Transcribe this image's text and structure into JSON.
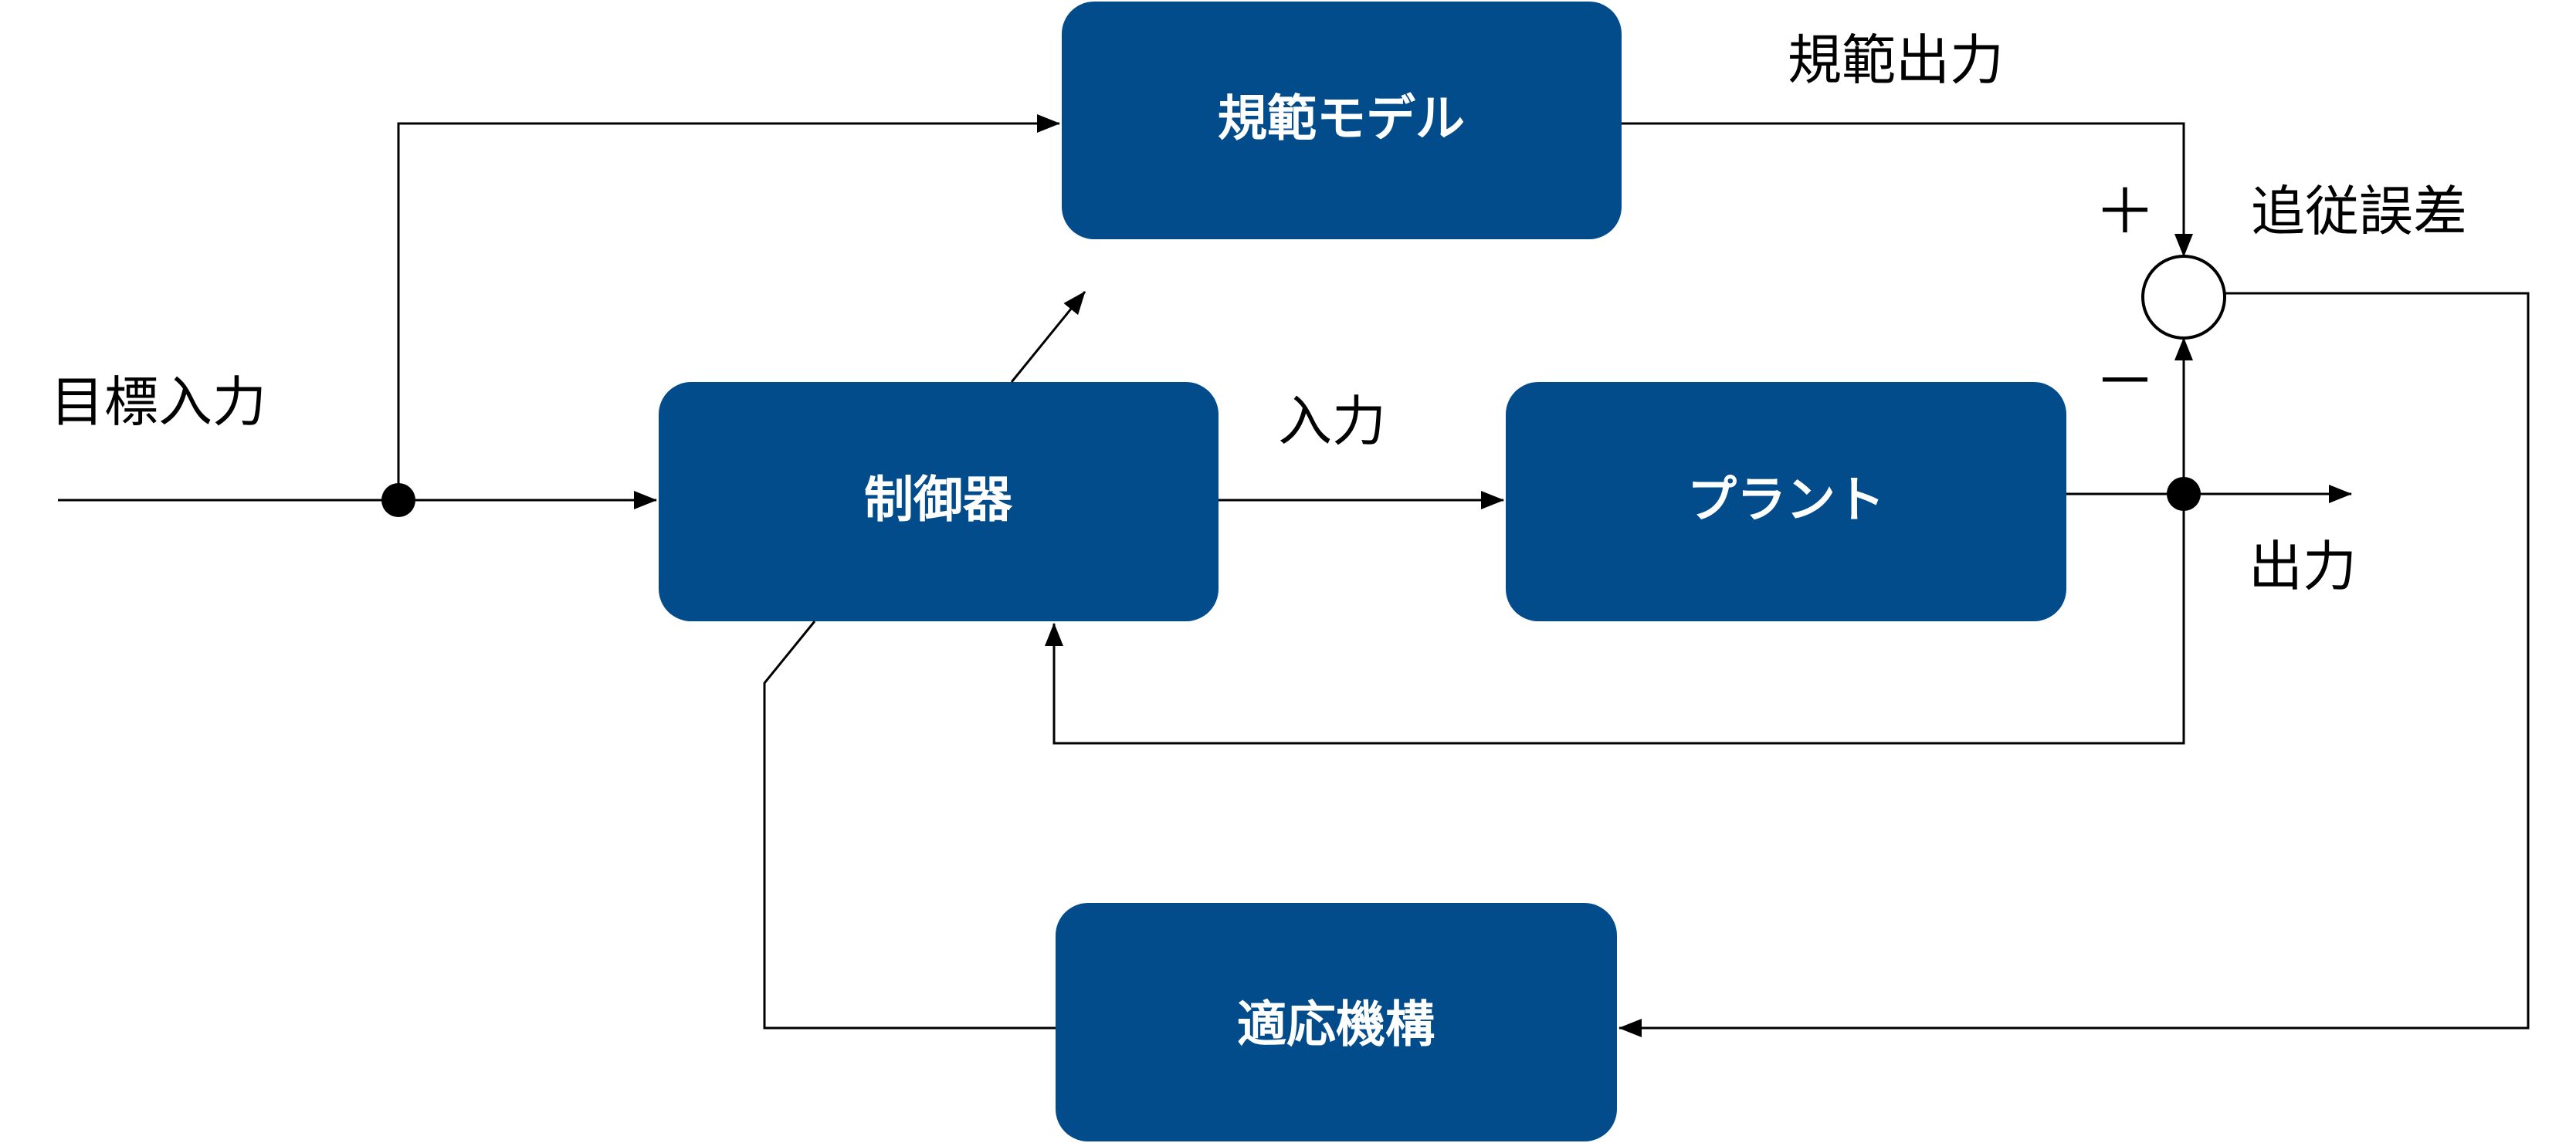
{
  "colors": {
    "block": "#034C8C",
    "line": "#000000",
    "text_on_block": "#FFFFFF"
  },
  "blocks": {
    "reference_model": "規範モデル",
    "controller": "制御器",
    "plant": "プラント",
    "adaptation": "適応機構"
  },
  "labels": {
    "target_input": "目標入力",
    "reference_output": "規範出力",
    "tracking_error": "追従誤差",
    "input": "入力",
    "output": "出力",
    "plus": "＋",
    "minus": "－"
  }
}
